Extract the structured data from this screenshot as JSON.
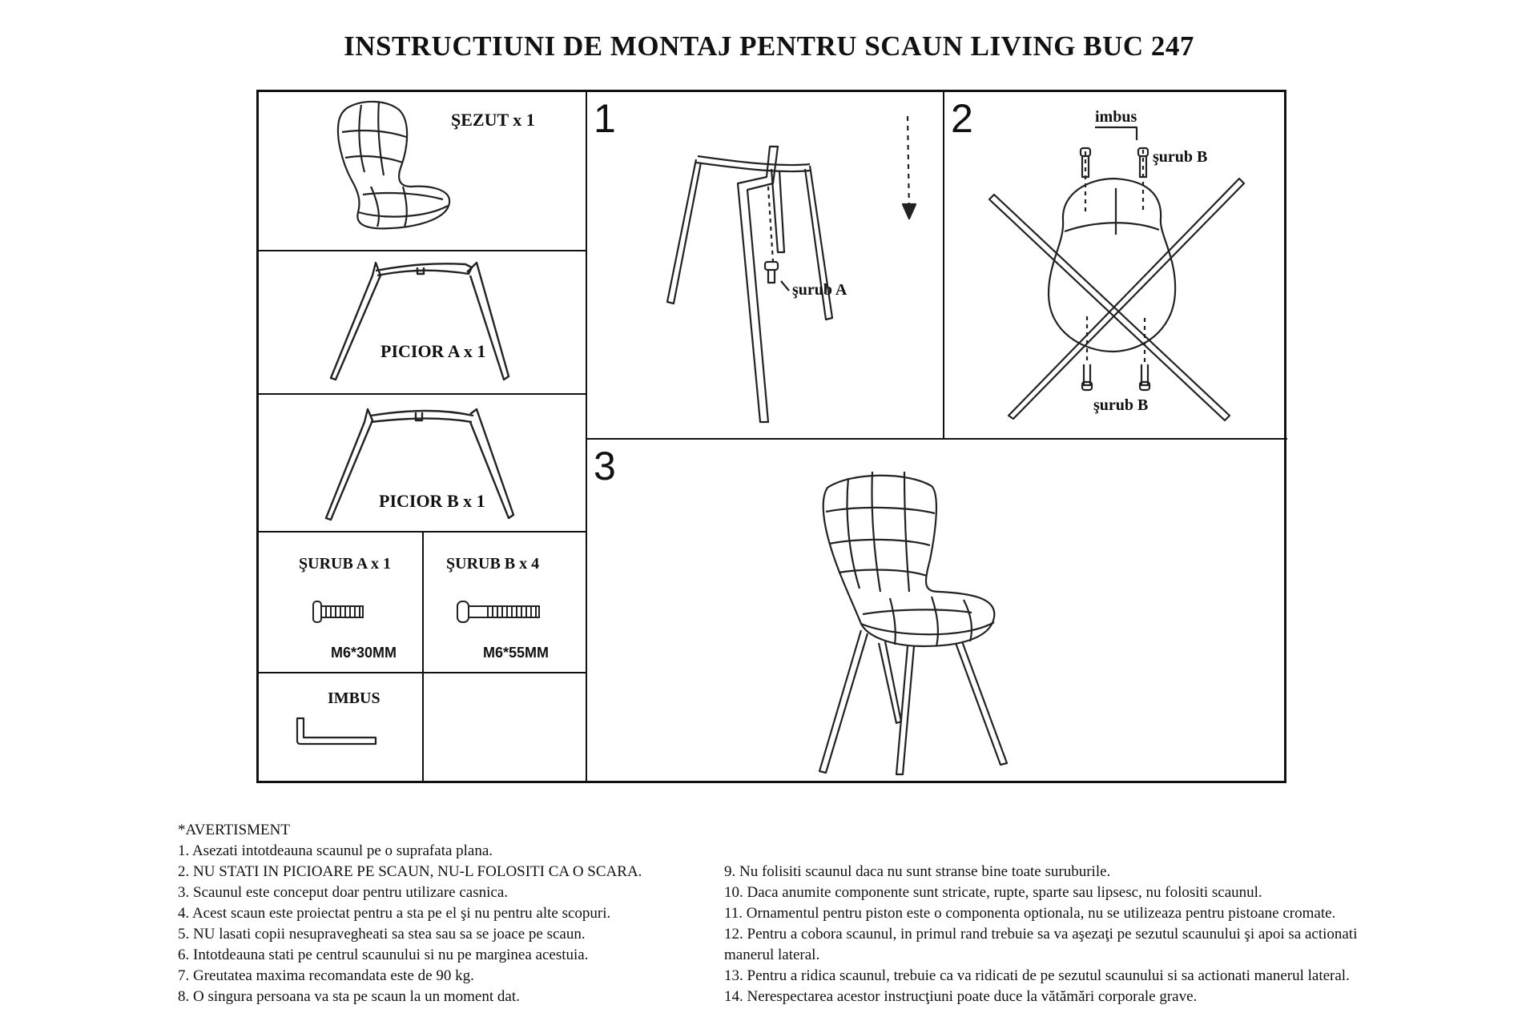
{
  "title": "INSTRUCTIUNI DE MONTAJ PENTRU SCAUN LIVING BUC 247",
  "parts": {
    "sezut": "ŞEZUT x 1",
    "picior_a": "PICIOR A x 1",
    "picior_b": "PICIOR B x 1",
    "surub_a": "ŞURUB A x 1",
    "surub_a_size": "M6*30MM",
    "surub_b": "ŞURUB B x 4",
    "surub_b_size": "M6*55MM",
    "imbus": "IMBUS"
  },
  "steps": {
    "step1": {
      "number": "1",
      "label": "şurub A"
    },
    "step2": {
      "number": "2",
      "tool": "imbus",
      "label_top": "şurub B",
      "label_bottom": "şurub B"
    },
    "step3": {
      "number": "3"
    }
  },
  "warnings": {
    "heading": "*AVERTISMENT",
    "left": [
      "1. Asezati intotdeauna scaunul pe o suprafata plana.",
      "2. NU STATI IN PICIOARE PE SCAUN, NU-L FOLOSITI CA O SCARA.",
      "3. Scaunul este conceput doar pentru utilizare casnica.",
      "4. Acest scaun este proiectat pentru a sta pe el şi nu pentru alte scopuri.",
      "5. NU lasati copii nesupravegheati sa stea sau sa se joace pe scaun.",
      "6. Intotdeauna stati pe centrul scaunului si nu pe marginea acestuia.",
      "7. Greutatea maxima recomandata este de 90 kg.",
      "8. O singura persoana va sta pe scaun la un moment dat."
    ],
    "right": [
      "9. Nu folisiti scaunul daca nu sunt stranse bine toate suruburile.",
      "10. Daca anumite componente sunt stricate, rupte, sparte sau lipsesc, nu folositi scaunul.",
      "11. Ornamentul pentru piston este o componenta optionala, nu se utilizeaza pentru pistoane cromate.",
      "12. Pentru a cobora scaunul, in primul rand trebuie sa va aşezaţi pe sezutul scaunului şi apoi sa actionati",
      "manerul lateral.",
      "13. Pentru a ridica scaunul, trebuie ca va ridicati de pe sezutul scaunului si sa actionati manerul lateral.",
      "14. Nerespectarea acestor instrucţiuni poate duce la vătămări corporale grave."
    ]
  }
}
